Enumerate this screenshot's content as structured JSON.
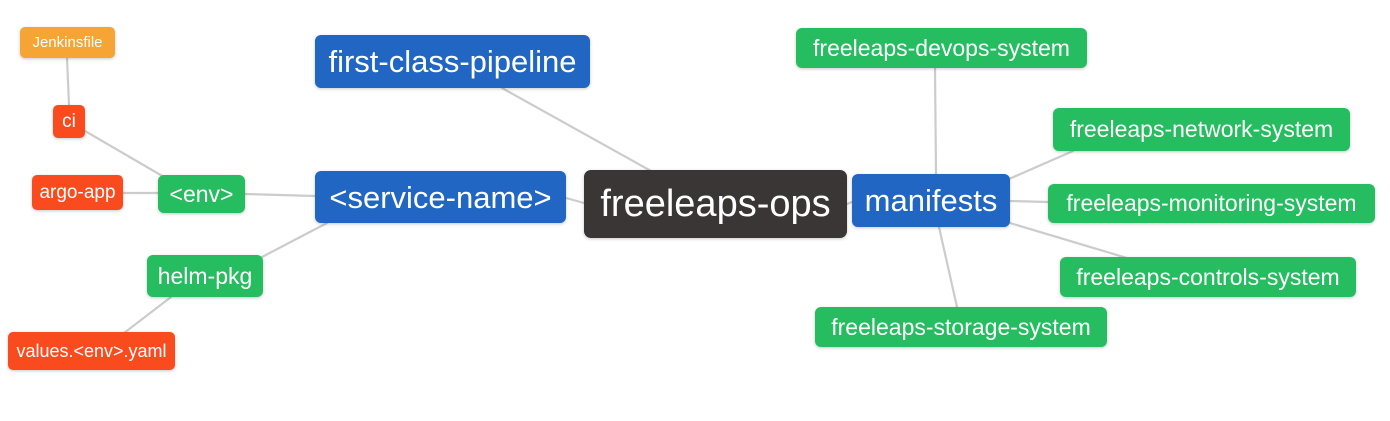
{
  "colors": {
    "root": "#3a3636",
    "branch": "#2066c2",
    "leaf_green": "#25bd5f",
    "leaf_red": "#fa4b1e",
    "leaf_amber": "#f6a434",
    "edge": "#cccccc",
    "text": "#ffffff",
    "background": "#ffffff"
  },
  "mindmap": {
    "type": "mindmap",
    "root_label": "freeleaps-ops",
    "nodes": {
      "freeleaps_ops": {
        "label": "freeleaps-ops",
        "level": 0
      },
      "first_class_pipeline": {
        "label": "first-class-pipeline",
        "level": 1
      },
      "service_name": {
        "label": "<service-name>",
        "level": 1
      },
      "manifests": {
        "label": "manifests",
        "level": 1
      },
      "env": {
        "label": "<env>",
        "level": 2
      },
      "helm_pkg": {
        "label": "helm-pkg",
        "level": 2
      },
      "devops_system": {
        "label": "freeleaps-devops-system",
        "level": 2
      },
      "network_system": {
        "label": "freeleaps-network-system",
        "level": 2
      },
      "monitoring_system": {
        "label": "freeleaps-monitoring-system",
        "level": 2
      },
      "controls_system": {
        "label": "freeleaps-controls-system",
        "level": 2
      },
      "storage_system": {
        "label": "freeleaps-storage-system",
        "level": 2
      },
      "ci": {
        "label": "ci",
        "level": 3
      },
      "argo_app": {
        "label": "argo-app",
        "level": 3
      },
      "values_env_yaml": {
        "label": "values.<env>.yaml",
        "level": 3
      },
      "jenkinsfile": {
        "label": "Jenkinsfile",
        "level": 4
      }
    },
    "edges": [
      {
        "from": "freeleaps_ops",
        "to": "first_class_pipeline"
      },
      {
        "from": "freeleaps_ops",
        "to": "service_name"
      },
      {
        "from": "freeleaps_ops",
        "to": "manifests"
      },
      {
        "from": "service_name",
        "to": "env"
      },
      {
        "from": "service_name",
        "to": "helm_pkg"
      },
      {
        "from": "env",
        "to": "ci"
      },
      {
        "from": "env",
        "to": "argo_app"
      },
      {
        "from": "ci",
        "to": "jenkinsfile"
      },
      {
        "from": "helm_pkg",
        "to": "values_env_yaml"
      },
      {
        "from": "manifests",
        "to": "devops_system"
      },
      {
        "from": "manifests",
        "to": "network_system"
      },
      {
        "from": "manifests",
        "to": "monitoring_system"
      },
      {
        "from": "manifests",
        "to": "controls_system"
      },
      {
        "from": "manifests",
        "to": "storage_system"
      }
    ]
  }
}
